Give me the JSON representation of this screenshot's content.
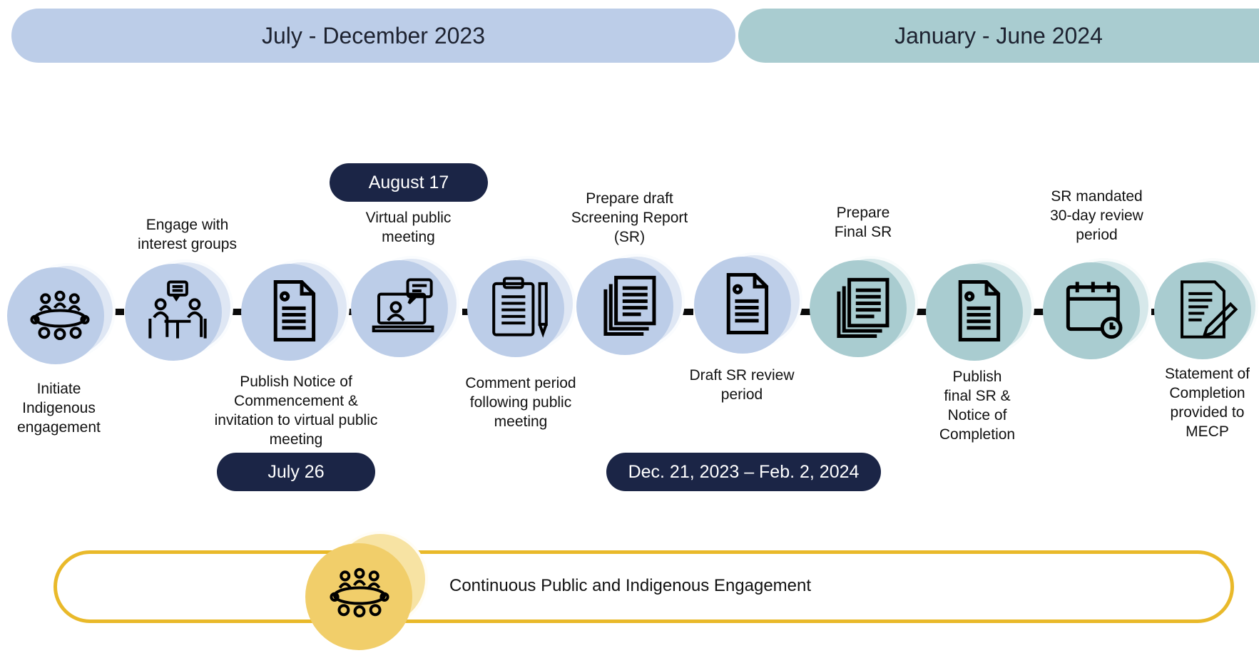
{
  "periods": [
    {
      "label": "July - December 2023"
    },
    {
      "label": "January - June 2024"
    }
  ],
  "stages": [
    {
      "icon": "meeting-table-icon",
      "label": "Initiate\nIndigenous\nengagement"
    },
    {
      "icon": "discussion-icon",
      "label": "Engage with\ninterest groups"
    },
    {
      "icon": "document-icon",
      "label": "Publish Notice of\nCommencement &\ninvitation to virtual public\nmeeting"
    },
    {
      "icon": "laptop-chat-icon",
      "label": "Virtual public\nmeeting"
    },
    {
      "icon": "clipboard-pen-icon",
      "label": "Comment period\nfollowing public\nmeeting"
    },
    {
      "icon": "documents-stack-icon",
      "label": "Prepare draft\nScreening Report\n(SR)"
    },
    {
      "icon": "document-icon",
      "label": "Draft SR review\nperiod"
    },
    {
      "icon": "documents-stack-icon",
      "label": "Prepare\nFinal SR"
    },
    {
      "icon": "document-icon",
      "label": "Publish\nfinal SR &\nNotice of\nCompletion"
    },
    {
      "icon": "calendar-clock-icon",
      "label": "SR mandated\n30-day review\nperiod"
    },
    {
      "icon": "document-edit-icon",
      "label": "Statement of\nCompletion\nprovided to\nMECP"
    }
  ],
  "dates": {
    "august": "August 17",
    "july": "July 26",
    "review": "Dec. 21, 2023 – Feb. 2, 2024"
  },
  "engagement": {
    "icon": "meeting-table-icon",
    "label": "Continuous Public and Indigenous Engagement"
  },
  "colors": {
    "period_2023": "#bccde8",
    "period_2024": "#a9ccd0",
    "date_pill": "#1b2546",
    "engagement_band": "#e9b92a"
  }
}
